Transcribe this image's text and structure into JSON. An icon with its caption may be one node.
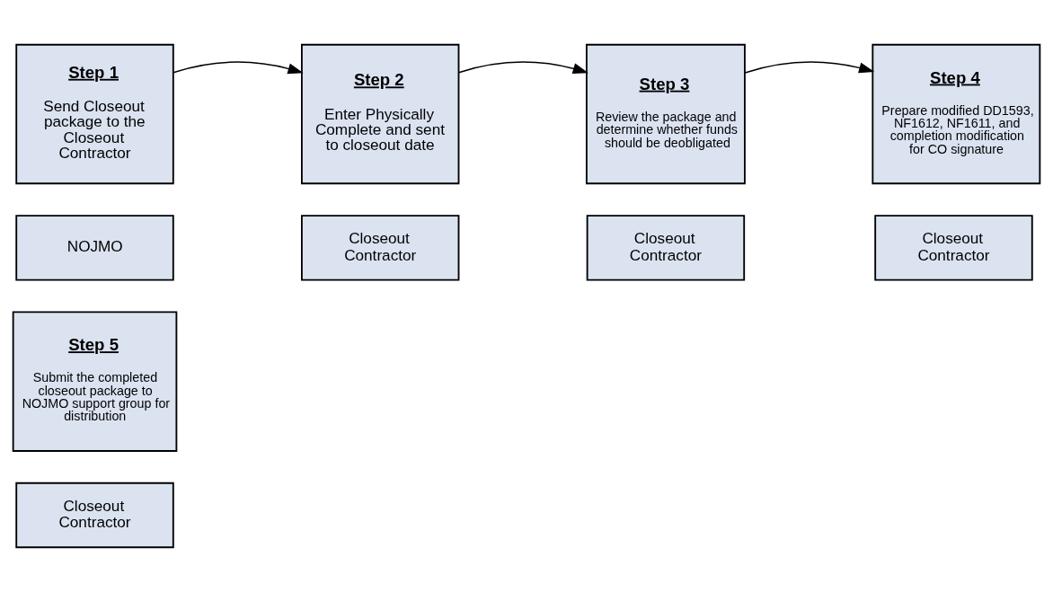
{
  "diagram": {
    "nodes": [
      {
        "text": [
          "Step 1",
          "Send Closeout package to the Closeout Contractor"
        ]
      },
      {
        "text": [
          "Step 2",
          "Enter Physically Complete and sent to closeout date"
        ]
      },
      {
        "text": [
          "Step 3",
          "Review the package and determine whether funds should be deobligated"
        ]
      },
      {
        "text": [
          "Step 4",
          "Prepare modified DD1593, NF1612, NF1611, and completion modification for CO signature"
        ]
      },
      {
        "text": [
          "NOJMO"
        ]
      },
      {
        "text": [
          "Closeout Contractor"
        ]
      },
      {
        "text": [
          "Closeout Contractor"
        ]
      },
      {
        "text": [
          "Closeout Contractor"
        ]
      },
      {
        "text": [
          "Step 5",
          "Submit the completed closeout package to NOJMO support group for distribution"
        ]
      },
      {
        "text": [
          "Closeout Contractor"
        ]
      }
    ],
    "edges": [
      {
        "from": 0,
        "to": 1,
        "arrow": "to"
      },
      {
        "from": 1,
        "to": 2,
        "arrow": "to"
      },
      {
        "from": 2,
        "to": 3,
        "arrow": "to"
      }
    ]
  }
}
